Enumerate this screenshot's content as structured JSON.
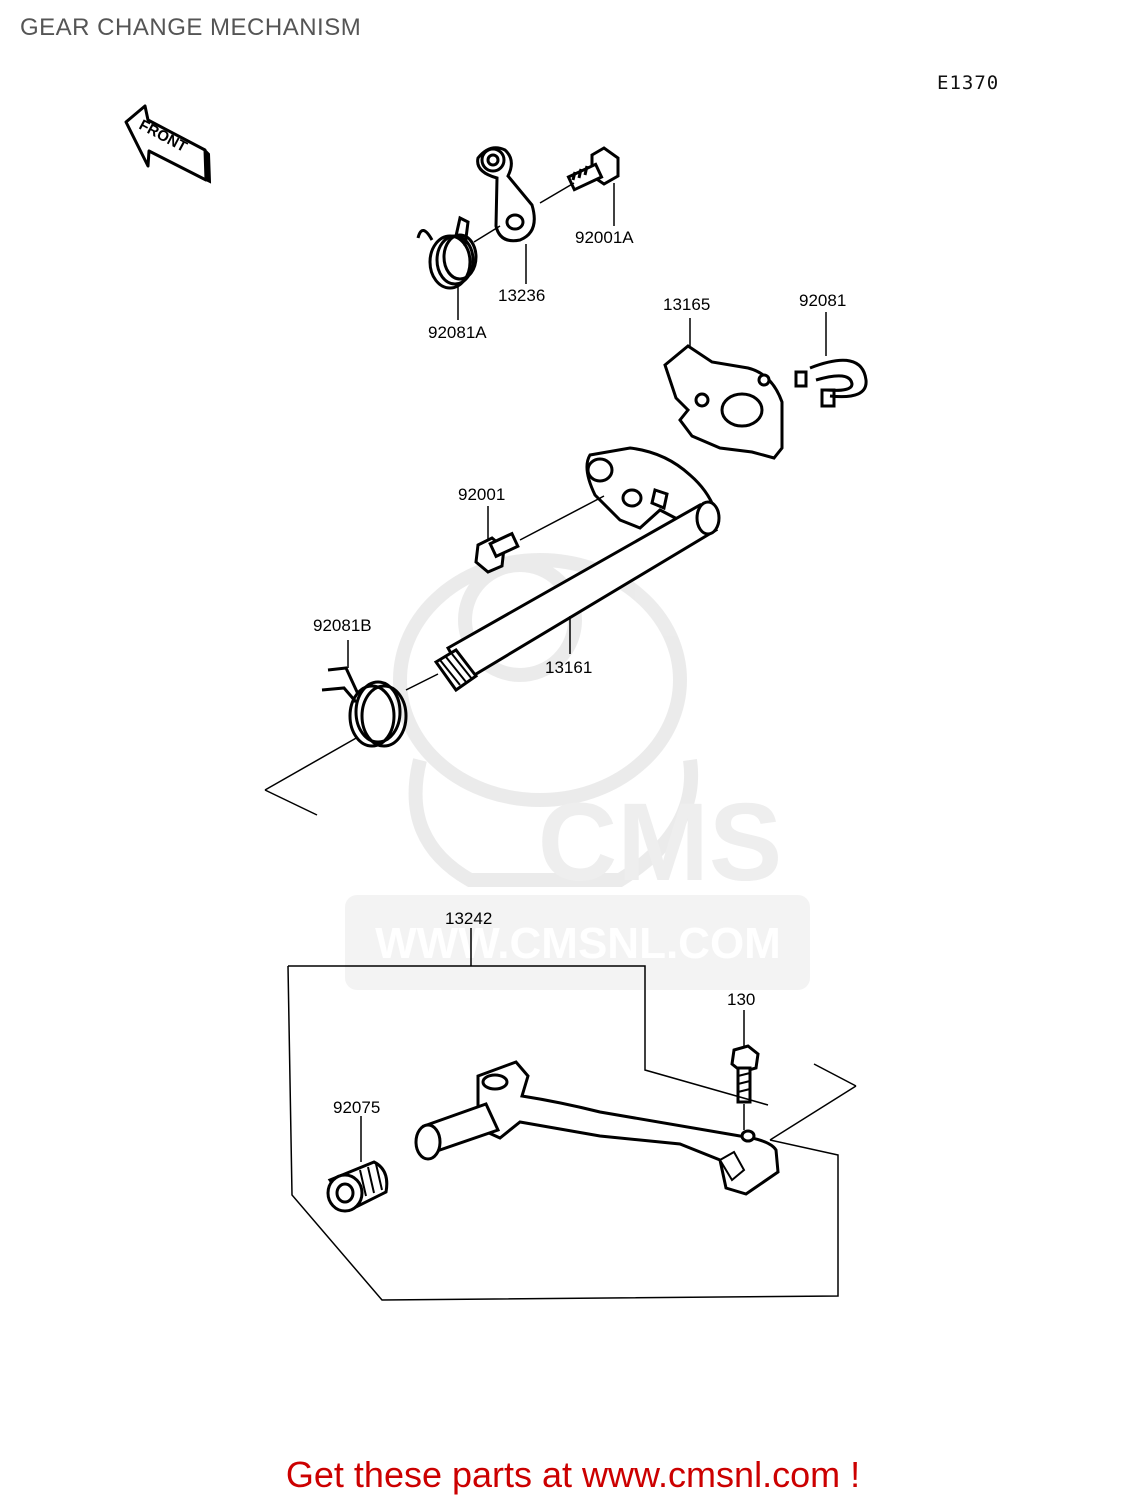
{
  "header": {
    "title": "GEAR CHANGE MECHANISM",
    "diagram_code": "E1370"
  },
  "front_arrow": {
    "label": "FRONT"
  },
  "watermark": {
    "logo_text": "CMS",
    "url_text": "WWW.CMSNL.COM"
  },
  "part_labels": {
    "p92001A": "92001A",
    "p13236": "13236",
    "p92081A": "92081A",
    "p13165": "13165",
    "p92081": "92081",
    "p92001": "92001",
    "p92081B": "92081B",
    "p13161": "13161",
    "p13242": "13242",
    "p130": "130",
    "p92075": "92075"
  },
  "footer": {
    "text": "Get these parts at www.cmsnl.com !"
  }
}
